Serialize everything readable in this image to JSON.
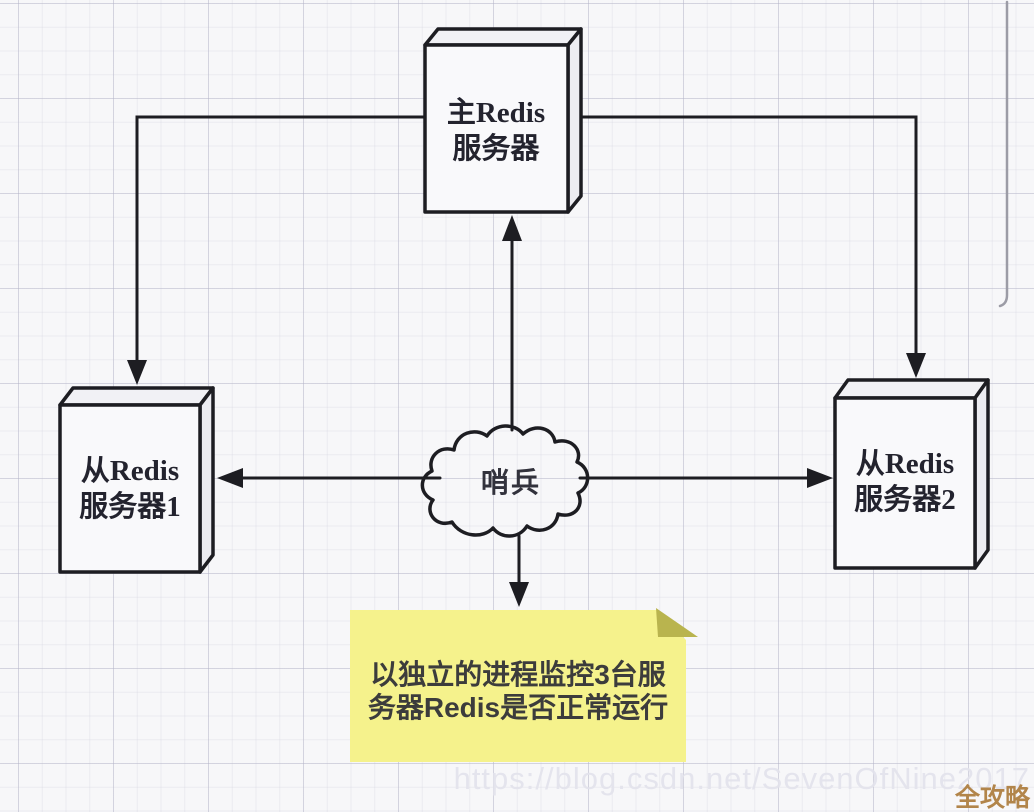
{
  "diagram": {
    "type": "architecture-diagram",
    "nodes": {
      "master": {
        "line1": "主Redis",
        "line2": "服务器"
      },
      "slave1": {
        "line1": "从Redis",
        "line2": "服务器1"
      },
      "slave2": {
        "line1": "从Redis",
        "line2": "服务器2"
      },
      "sentinel": {
        "label": "哨兵"
      }
    },
    "note": {
      "line1": "以独立的进程监控3台服",
      "line2": "务器Redis是否正常运行"
    },
    "edges": [
      {
        "from": "master",
        "to": "slave1"
      },
      {
        "from": "master",
        "to": "slave2"
      },
      {
        "from": "sentinel",
        "to": "master"
      },
      {
        "from": "sentinel",
        "to": "slave1"
      },
      {
        "from": "sentinel",
        "to": "slave2"
      },
      {
        "from": "sentinel",
        "to": "note"
      }
    ],
    "watermark": "https://blog.csdn.net/SevenOfNine2017",
    "badge": "全攻略",
    "colors": {
      "stroke": "#1d1d22",
      "box_fill": "#f9f9fb",
      "note_fill": "#f5f28c",
      "note_fold": "#b9b44e",
      "note_text": "#3c3c3c",
      "label_text": "#23232e",
      "watermark_color": "#e3e3ec",
      "badge_color": "#b2854a",
      "grid_minor": "#e9e9ef",
      "grid_major": "#dcdce4"
    }
  }
}
